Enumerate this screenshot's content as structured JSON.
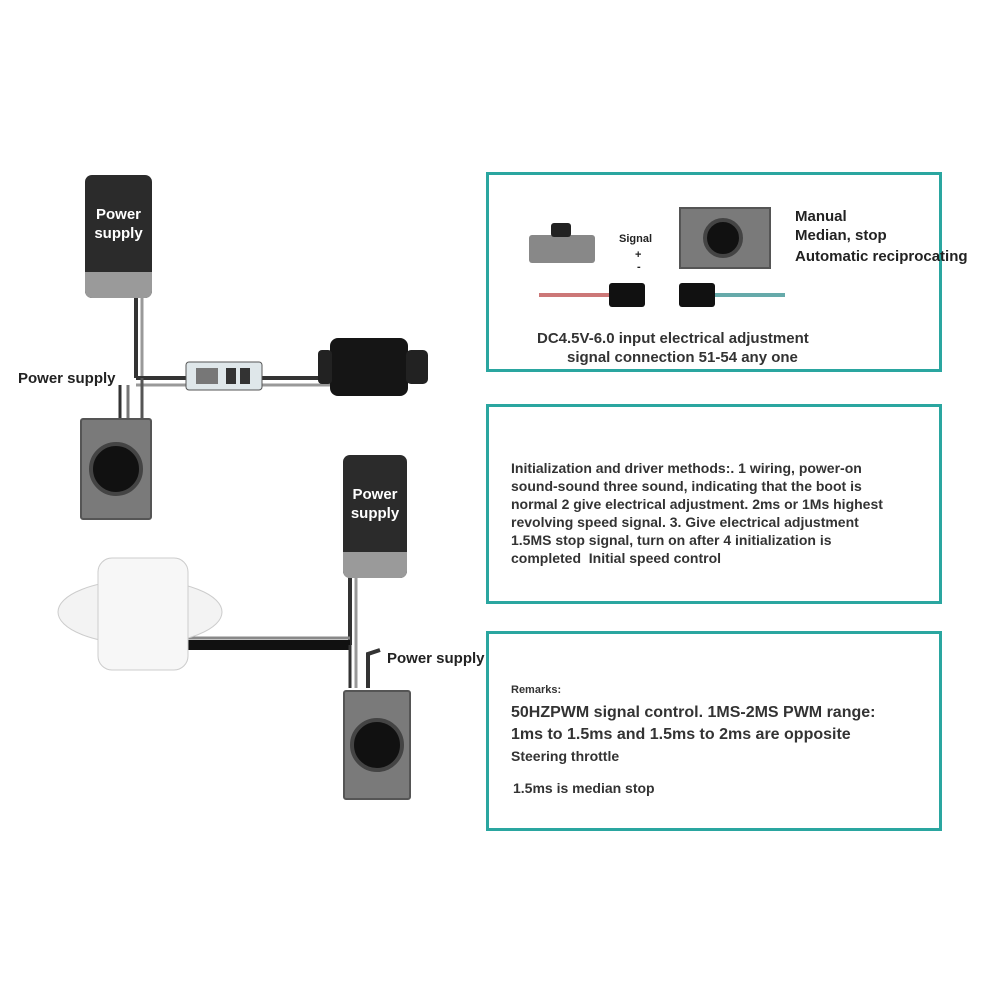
{
  "diagram": {
    "psu_top_label": "Power supply",
    "side_label_1": "Power supply",
    "psu_bottom_label": "Power supply",
    "side_label_2": "Power supply"
  },
  "box1": {
    "signal_label": "Signal",
    "plus_label": "+",
    "minus_label": "-",
    "mode_manual": "Manual",
    "mode_median": "Median, stop",
    "mode_auto": "Automatic reciprocating",
    "caption_line1": "DC4.5V-6.0 input electrical adjustment",
    "caption_line2": "signal connection 51-54 any one"
  },
  "box2": {
    "lines": [
      "Initialization and driver methods:. 1 wiring, power-on",
      "sound-sound three sound, indicating that the boot is",
      "normal 2 give electrical adjustment. 2ms or 1Ms highest",
      "revolving speed signal. 3. Give electrical adjustment",
      "1.5MS stop signal, turn on after 4 initialization is",
      "completed"
    ],
    "trailing": "Initial speed control"
  },
  "box3": {
    "remarks": "Remarks:",
    "line1": "50HZPWM signal control. 1MS-2MS PWM range:",
    "line2": "1ms to 1.5ms and 1.5ms to 2ms are opposite",
    "line3": "Steering throttle",
    "line4": "1.5ms is median stop"
  },
  "colors": {
    "border": "#2aa6a0",
    "device_dark": "#2b2b2b",
    "device_grey": "#7a7a7a"
  }
}
